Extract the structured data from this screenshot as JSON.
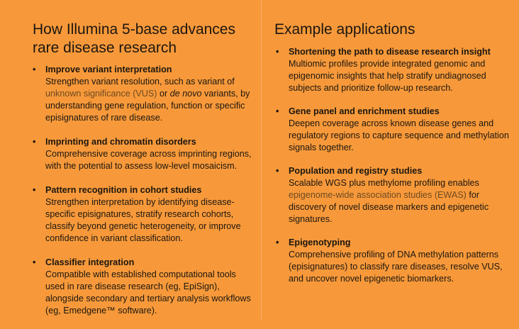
{
  "left": {
    "title": "How Illumina 5-base advances rare disease research",
    "items": [
      {
        "title": "Improve variant interpretation",
        "pre": "Strengthen variant resolution, such as variant of ",
        "link": "unknown significance (VUS)",
        "mid": " or ",
        "em": "de novo",
        "post": " variants, by understanding gene regulation, function or specific episignatures of rare disease."
      },
      {
        "title": "Imprinting and chromatin disorders",
        "body": "Comprehensive coverage across imprinting regions, with the potential to assess low-level mosaicism."
      },
      {
        "title": "Pattern recognition in cohort studies",
        "body": "Strengthen interpretation by identifying disease-specific episignatures, stratify research cohorts, classify beyond genetic heterogeneity, or improve confidence in variant classification."
      },
      {
        "title": "Classifier integration",
        "body": "Compatible with established computational tools used in rare disease research (eg, EpiSign), alongside secondary and tertiary analysis workflows (eg, Emedgene™ software)."
      }
    ]
  },
  "right": {
    "title": "Example applications",
    "items": [
      {
        "title": "Shortening the path to disease research insight",
        "body": "Multiomic profiles provide integrated genomic and epigenomic insights that help stratify undiagnosed subjects and prioritize follow-up research."
      },
      {
        "title": "Gene panel and enrichment studies",
        "body": "Deepen coverage across known disease genes and regulatory regions to capture sequence and methylation signals together."
      },
      {
        "title": "Population and registry studies",
        "pre": "Scalable WGS plus methylome profiling enables ",
        "link": "epigenome-wide association studies (EWAS)",
        "post": " for discovery of novel disease markers and epigenetic signatures."
      },
      {
        "title": "Epigenotyping",
        "body": "Comprehensive profiling of DNA methylation patterns (episignatures) to classify rare diseases, resolve VUS, and uncover novel epigenetic biomarkers."
      }
    ]
  },
  "colors": {
    "background": "#f7993a",
    "link": "#6e4a22",
    "text": "#1c1610"
  }
}
